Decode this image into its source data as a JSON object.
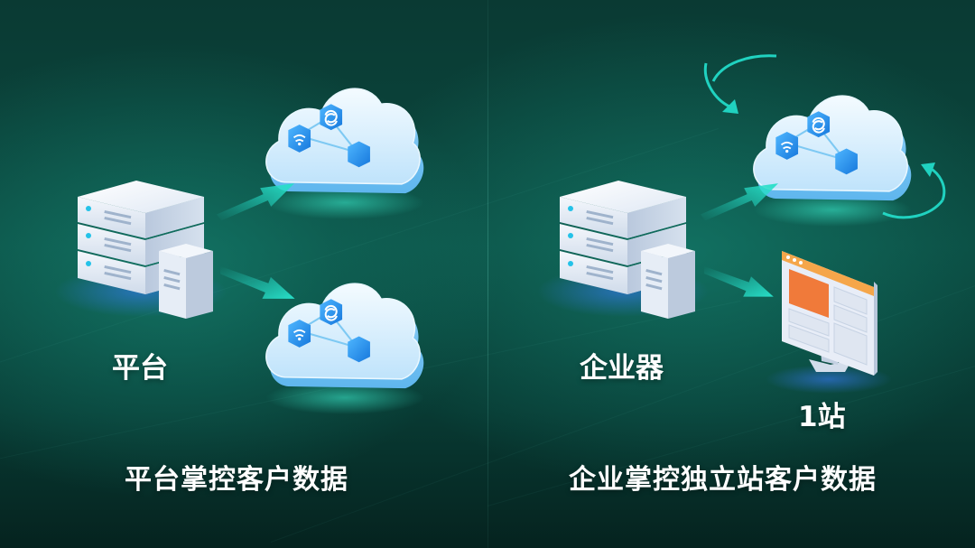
{
  "left_panel": {
    "source_label": "平台",
    "caption": "平台掌控客户数据"
  },
  "right_panel": {
    "source_label": "企业器",
    "site_label": "1站",
    "caption": "企业掌控独立站客户数据"
  },
  "colors": {
    "accent": "#20d2c0",
    "background": "#0b4a40",
    "cloud": "#d9f1ff",
    "node": "#1d8fe6",
    "screen_orange": "#f07a3a",
    "screen_frame": "#e8edf7"
  },
  "icons": [
    "server-icon",
    "cloud-network-icon",
    "arrow-icon",
    "monitor-icon",
    "sync-icon",
    "wifi-icon"
  ]
}
